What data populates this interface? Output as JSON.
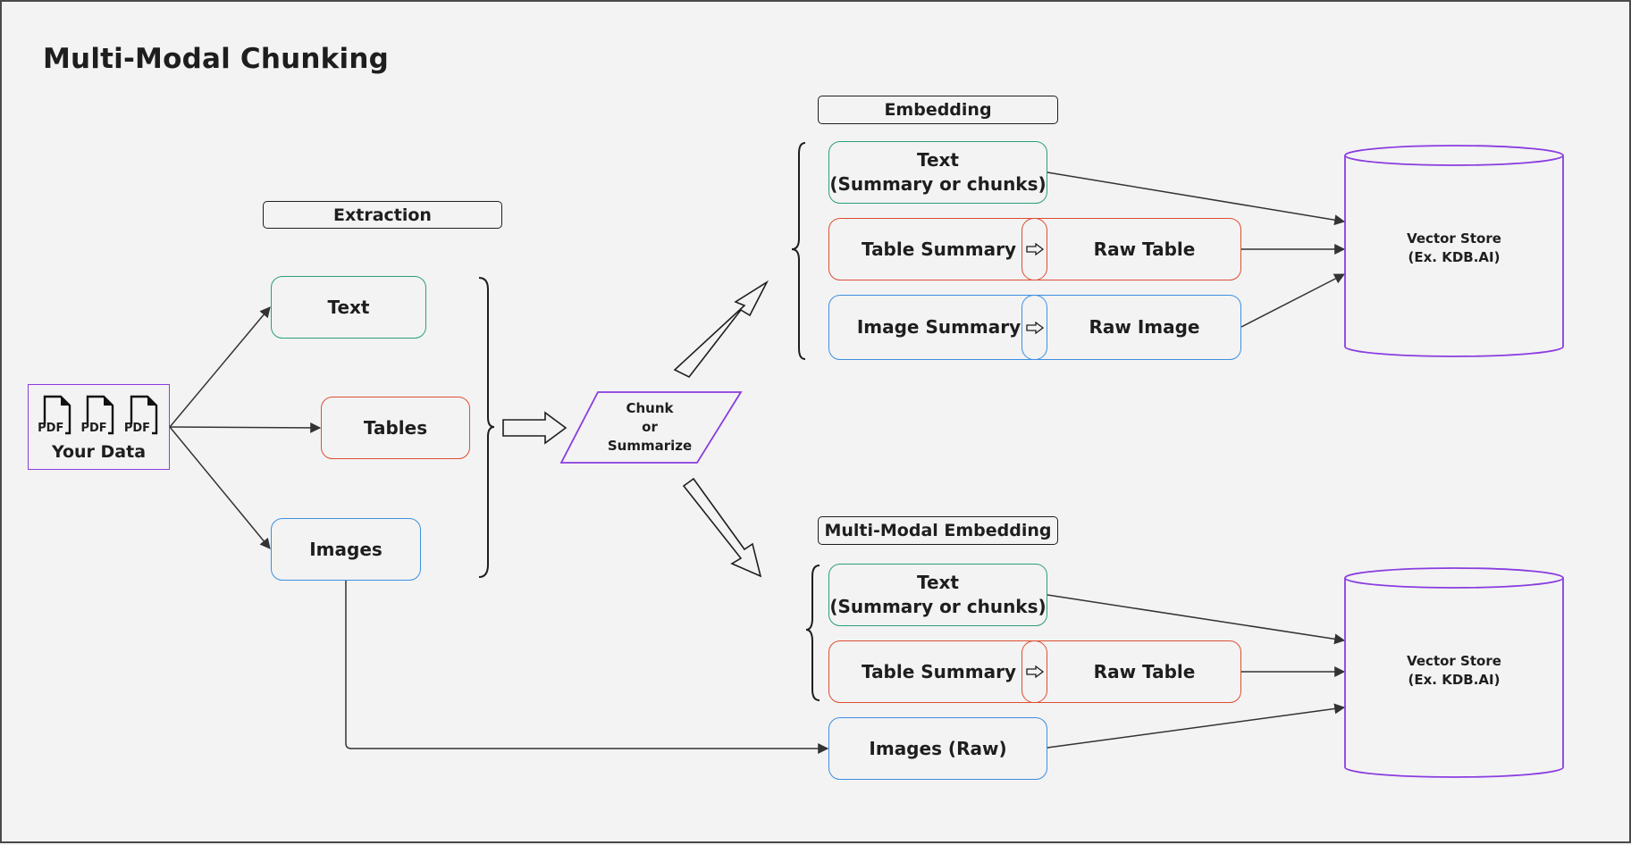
{
  "title": "Multi-Modal Chunking",
  "source": {
    "file_icons": [
      "PDF",
      "PDF",
      "PDF"
    ],
    "label": "Your Data"
  },
  "extraction": {
    "header": "Extraction",
    "items": {
      "text": "Text",
      "tables": "Tables",
      "images": "Images"
    }
  },
  "process": {
    "lines": [
      "Chunk",
      "or",
      "Summarize"
    ]
  },
  "embedding": {
    "header": "Embedding",
    "text_line1": "Text",
    "text_line2": "(Summary or chunks)",
    "table_summary": "Table Summary",
    "raw_table": "Raw Table",
    "image_summary": "Image Summary",
    "raw_image": "Raw Image",
    "store_line1": "Vector Store",
    "store_line2": "(Ex. KDB.AI)"
  },
  "multimodal": {
    "header": "Multi-Modal Embedding",
    "text_line1": "Text",
    "text_line2": "(Summary or chunks)",
    "table_summary": "Table Summary",
    "raw_table": "Raw Table",
    "images_raw": "Images (Raw)",
    "store_line1": "Vector Store",
    "store_line2": "(Ex. KDB.AI)"
  },
  "colors": {
    "text": "#2c9e7e",
    "table": "#de4e33",
    "image": "#3d8fe0",
    "accent": "#8a3de0",
    "line": "#333333"
  }
}
